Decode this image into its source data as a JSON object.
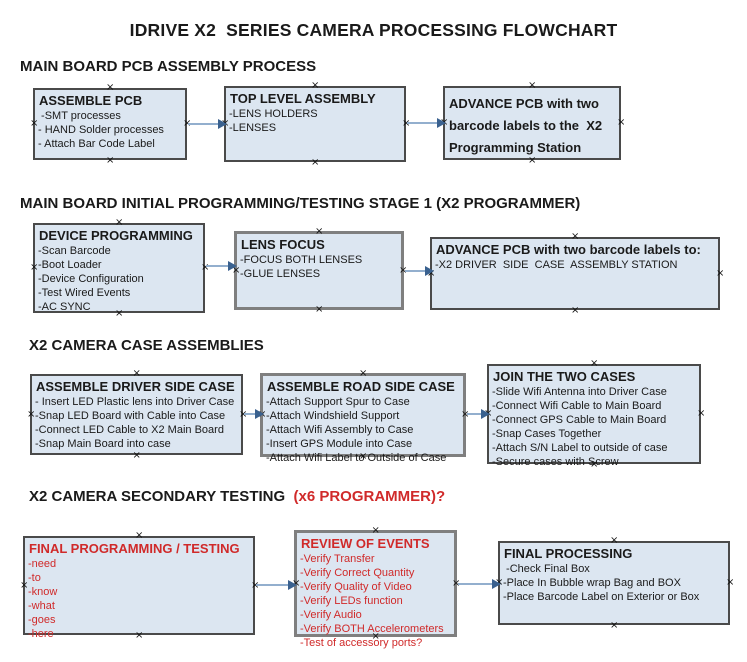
{
  "title": "IDRIVE X2  SERIES CAMERA PROCESSING FLOWCHART",
  "colors": {
    "box_fill": "#dce6f1",
    "box_border": "#4a4a4a",
    "thick_box_border": "#7f7f7f",
    "arrow_line": "#93afce",
    "arrow_head": "#3a618f",
    "red_text": "#d02a2a",
    "black_text": "#1a1a1a"
  },
  "sections": [
    {
      "heading": "MAIN BOARD PCB ASSEMBLY PROCESS",
      "boxes": [
        {
          "title": "ASSEMBLE PCB",
          "items": [
            " -SMT processes",
            "- HAND Solder processes",
            "- Attach Bar Code Label"
          ]
        },
        {
          "title": "TOP LEVEL ASSEMBLY",
          "items": [
            "-LENS HOLDERS",
            "-LENSES"
          ]
        },
        {
          "title": "ADVANCE PCB with two barcode labels to the  X2 Programming Station",
          "items": []
        }
      ]
    },
    {
      "heading": "MAIN BOARD INITIAL PROGRAMMING/TESTING STAGE 1 (X2 PROGRAMMER)",
      "boxes": [
        {
          "title": "DEVICE PROGRAMMING",
          "items": [
            "-Scan Barcode",
            "-Boot Loader",
            "-Device Configuration",
            "-Test Wired Events",
            "-AC SYNC"
          ]
        },
        {
          "title": "LENS FOCUS",
          "items": [
            "-FOCUS BOTH LENSES",
            "-GLUE LENSES"
          ]
        },
        {
          "title": "ADVANCE PCB with two barcode labels to:",
          "items": [
            "-X2 DRIVER  SIDE  CASE  ASSEMBLY STATION"
          ]
        }
      ]
    },
    {
      "heading": "X2 CAMERA CASE ASSEMBLIES",
      "boxes": [
        {
          "title": "ASSEMBLE DRIVER SIDE CASE",
          "items": [
            "- Insert LED Plastic lens into Driver Case",
            "-Snap LED Board with Cable into Case",
            "-Connect LED Cable to X2 Main Board",
            "-Snap Main Board into case"
          ]
        },
        {
          "title": "ASSEMBLE ROAD SIDE CASE",
          "items": [
            "-Attach Support Spur to Case",
            "-Attach Windshield Support",
            "-Attach Wifi Assembly to Case",
            "-Insert GPS Module into Case",
            "-Attach Wifi Label to Outside of Case"
          ]
        },
        {
          "title": "JOIN THE TWO CASES",
          "items": [
            "-Slide Wifi Antenna into Driver Case",
            "-Connect Wifi Cable to Main Board",
            "-Connect GPS Cable to Main Board",
            "-Snap Cases Together",
            "-Attach S/N Label to outside of case",
            "-Secure cases with Screw"
          ]
        }
      ]
    },
    {
      "heading_black": "X2 CAMERA SECONDARY TESTING ",
      "heading_red": " (x6 PROGRAMMER)?",
      "boxes": [
        {
          "title": "FINAL PROGRAMMING / TESTING",
          "items": [
            "-need",
            "-to",
            "-know",
            "-what",
            "-goes",
            "-here"
          ]
        },
        {
          "title": "REVIEW OF EVENTS",
          "items": [
            "-Verify Transfer",
            "-Verify Correct Quantity",
            "-Verify Quality of Video",
            "-Verify LEDs function",
            "-Verify Audio",
            "-Verify BOTH Accelerometers",
            "-Test of accessory ports?"
          ]
        },
        {
          "title": "FINAL PROCESSING",
          "items": [
            " -Check Final Box",
            "-Place In Bubble wrap Bag and BOX",
            "-Place Barcode Label on Exterior or Box"
          ]
        }
      ]
    }
  ]
}
